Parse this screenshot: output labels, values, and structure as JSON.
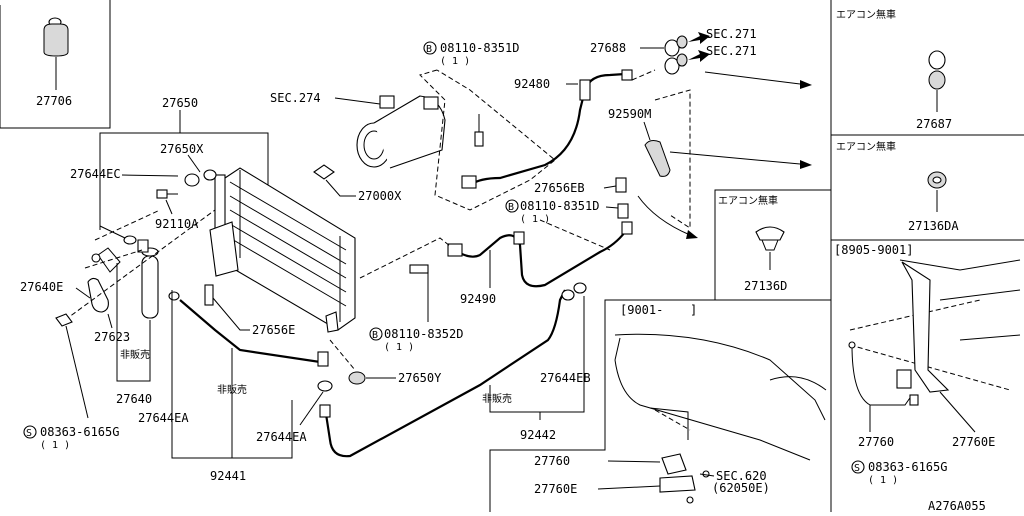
{
  "parts": {
    "p27706": "27706",
    "p27650": "27650",
    "p27650x": "27650X",
    "p27644ec": "27644EC",
    "p92110a": "92110A",
    "p27640e": "27640E",
    "p27623": "27623",
    "p27640": "27640",
    "p27644ea_1": "27644EA",
    "p27644ea_2": "27644EA",
    "p92441": "92441",
    "p27656e": "27656E",
    "p27650y": "27650Y",
    "p27000x": "27000X",
    "p92490": "92490",
    "p27644eb": "27644EB",
    "p92442": "92442",
    "p27688": "27688",
    "p92480": "92480",
    "p92590m": "92590M",
    "p27656eb": "27656EB",
    "p27687": "27687",
    "p27136da": "27136DA",
    "p27136d": "27136D",
    "p27760_1": "27760",
    "p27760e_1": "27760E",
    "p27760_2": "27760",
    "p27760e_2": "27760E"
  },
  "refs": {
    "sec274": "SEC.274",
    "sec271_a": "SEC.271",
    "sec271_b": "SEC.271",
    "sec620": "SEC.620",
    "sec620_sub": "(62050E)"
  },
  "bolts": {
    "b8351d_top": "08110-8351D",
    "b8351d_top_qty": "( 1 )",
    "b8351d_mid": "08110-8351D",
    "b8351d_mid_qty": "( 1 )",
    "b8352d": "08110-8352D",
    "b8352d_qty": "( 1 )",
    "s6165g_left": "08363-6165G",
    "s6165g_left_qty": "( 1 )",
    "s6165g_right": "08363-6165G",
    "s6165g_right_qty": "( 1 )",
    "b_mark": "B",
    "s_mark": "S"
  },
  "notes": {
    "not_sold_1": "非販売",
    "not_sold_2": "非販売",
    "not_sold_3": "非販売",
    "no_ac_1": "エアコン無車",
    "no_ac_2": "エアコン無車",
    "no_ac_3": "エアコン無車",
    "range_a": "[8905-9001]",
    "range_b": "[9001-",
    "range_b_end": "]"
  },
  "diagram_id": "A276A055"
}
